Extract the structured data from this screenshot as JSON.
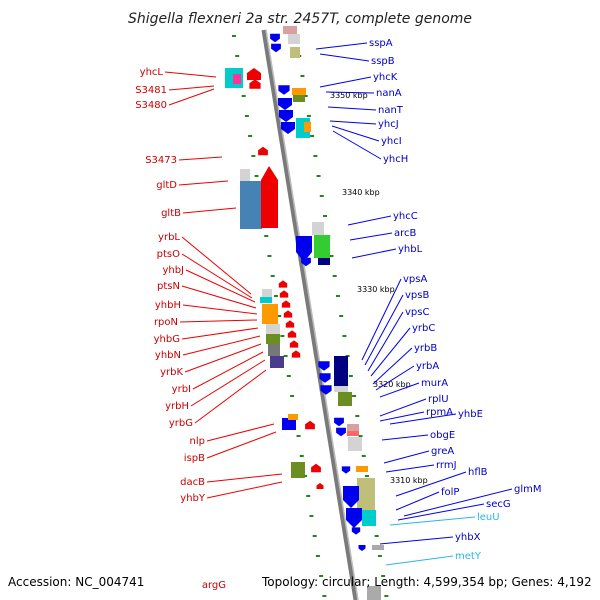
{
  "title": "Shigella flexneri 2a str. 2457T, complete genome",
  "footer": {
    "accession": "Accession: NC_004741",
    "summary": "Topology: circular; Length: 4,599,354 bp; Genes: 4,192"
  },
  "kbp_marks": [
    "3350 kbp",
    "3340 kbp",
    "3330 kbp",
    "3320 kbp",
    "3310 kbp"
  ],
  "genes_forward": [
    "yhcL",
    "S3481",
    "S3480",
    "S3473",
    "gltD",
    "gltB",
    "yrbL",
    "ptsO",
    "yhbJ",
    "ptsN",
    "yhbH",
    "rpoN",
    "yhbG",
    "yhbN",
    "yrbK",
    "yrbI",
    "yrbH",
    "yrbG",
    "nlp",
    "ispB",
    "dacB",
    "yhbY",
    "argG"
  ],
  "genes_reverse": [
    "sspA",
    "sspB",
    "yhcK",
    "nanA",
    "nanT",
    "yhcJ",
    "yhcI",
    "yhcH",
    "yhcC",
    "arcB",
    "yhbL",
    "vpsA",
    "vpsB",
    "vpsC",
    "yrbC",
    "yrbB",
    "yrbA",
    "murA",
    "rplU",
    "rpmA",
    "yhbE",
    "obgE",
    "greA",
    "rrmJ",
    "hflB",
    "folP",
    "glmM",
    "secG",
    "yhbX"
  ],
  "genes_rna": [
    "leuU",
    "metY"
  ],
  "colors": {
    "forward": "#ee0000",
    "reverse": "#0000ee",
    "rna": "#29b6e8",
    "backbone": "#888888",
    "tick": "#1a8a1a"
  }
}
